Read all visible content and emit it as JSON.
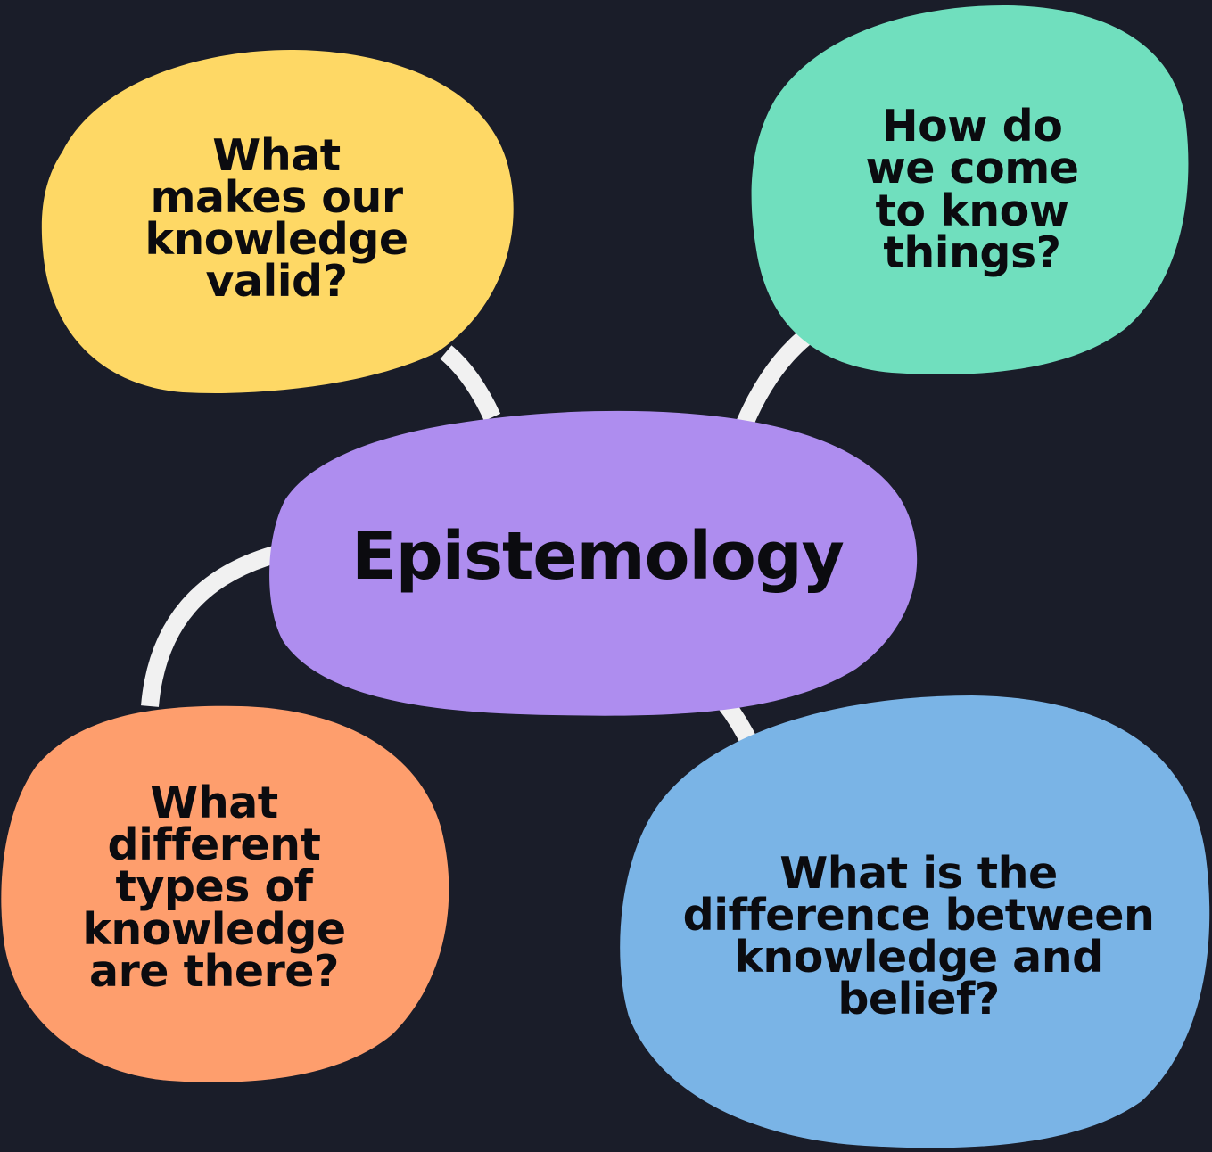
{
  "colors": {
    "background": "#1a1d29",
    "connector": "#f1f1f1",
    "center": "#ae8def",
    "top_left": "#fed865",
    "top_right": "#70dfbe",
    "bottom_left": "#fe9e6d",
    "bottom_right": "#7ab4e6",
    "text": "#0b0b0f"
  },
  "center": {
    "label": "Epistemology"
  },
  "nodes": {
    "top_left": {
      "lines": [
        "What",
        "makes our",
        "knowledge",
        "valid?"
      ]
    },
    "top_right": {
      "lines": [
        "How do",
        "we come",
        "to know",
        "things?"
      ]
    },
    "bottom_left": {
      "lines": [
        "What",
        "different",
        "types of",
        "knowledge",
        "are there?"
      ]
    },
    "bottom_right": {
      "lines": [
        "What is the",
        "difference between",
        "knowledge and",
        "belief?"
      ]
    }
  }
}
